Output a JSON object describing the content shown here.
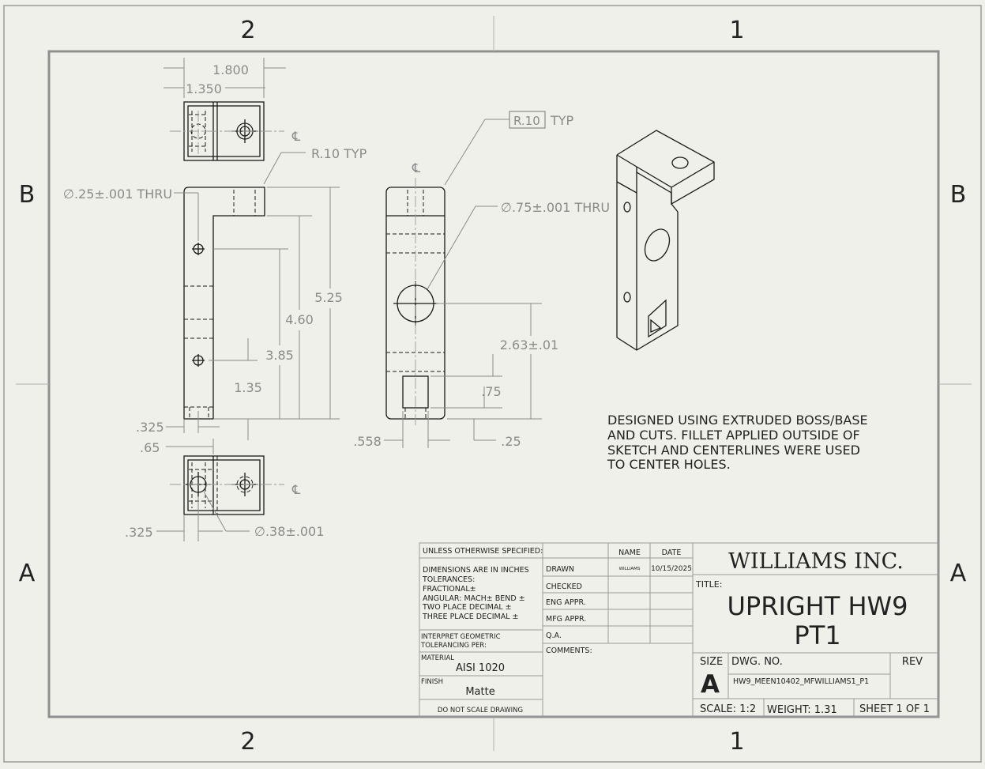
{
  "zones": {
    "col_left": "2",
    "col_right": "1",
    "row_top": "B",
    "row_bottom": "A"
  },
  "dimensions": {
    "top_width": "1.800",
    "top_offset": "1.350",
    "fillet_top": "R.10 TYP",
    "hole_small": "∅.25±.001 THRU",
    "h_525": "5.25",
    "h_460": "4.60",
    "h_385": "3.85",
    "h_135": "1.35",
    "d_325a": ".325",
    "d_065": ".65",
    "d_325b": ".325",
    "hole_38": "∅.38±.001",
    "fillet_side_box": "R.10",
    "fillet_side_typ": "TYP",
    "hole_large": "∅.75±.001 THRU",
    "h_263": "2.63±.01",
    "h_075": ".75",
    "h_025": ".25",
    "d_558": ".558"
  },
  "centerline_symbol": "℄",
  "notes": {
    "line1": "DESIGNED USING EXTRUDED BOSS/BASE",
    "line2": "AND CUTS. FILLET APPLIED OUTSIDE OF",
    "line3": "SKETCH AND CENTERLINES WERE USED",
    "line4": "TO CENTER HOLES."
  },
  "title_block": {
    "unless": "UNLESS OTHERWISE SPECIFIED:",
    "dims_in": "DIMENSIONS ARE IN INCHES",
    "tolerances": "TOLERANCES:",
    "fractional": "FRACTIONAL±",
    "angular": "ANGULAR: MACH±    BEND ±",
    "two_place": "TWO PLACE DECIMAL    ±",
    "three_place": "THREE PLACE DECIMAL    ±",
    "interpret1": "INTERPRET GEOMETRIC",
    "interpret2": "TOLERANCING PER:",
    "material_label": "MATERIAL",
    "material": "AISI 1020",
    "finish_label": "FINISH",
    "finish": "Matte",
    "do_not_scale": "DO NOT SCALE DRAWING",
    "name_hdr": "NAME",
    "date_hdr": "DATE",
    "drawn": "DRAWN",
    "drawn_name": "WILLIAMS",
    "drawn_date": "10/15/2025",
    "checked": "CHECKED",
    "eng_appr": "ENG APPR.",
    "mfg_appr": "MFG APPR.",
    "qa": "Q.A.",
    "comments": "COMMENTS:",
    "company": "WILLIAMS INC.",
    "title_label": "TITLE:",
    "title1": "UPRIGHT HW9",
    "title2": "PT1",
    "size_label": "SIZE",
    "size": "A",
    "dwg_no_label": "DWG.  NO.",
    "dwg_no": "HW9_MEEN10402_MFWILLIAMS1_P1",
    "rev_label": "REV",
    "scale": "SCALE: 1:2",
    "weight": "WEIGHT: 1.31",
    "sheet": "SHEET 1 OF 1"
  }
}
